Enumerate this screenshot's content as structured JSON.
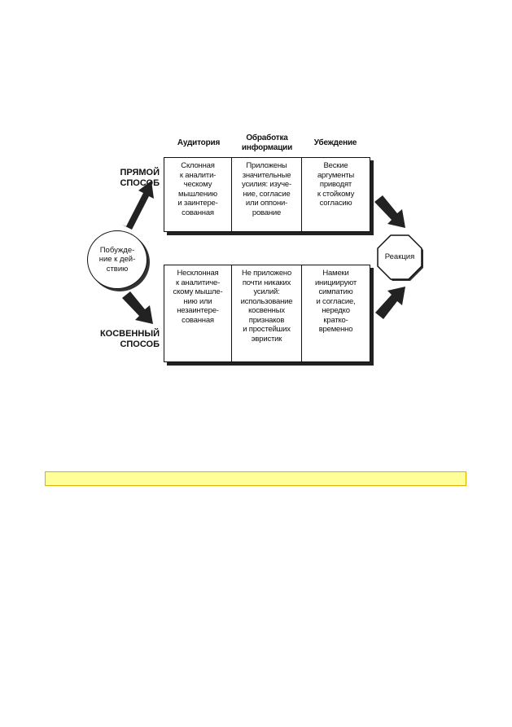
{
  "headers": {
    "col1": "Аудитория",
    "col2": "Обработка\nинформации",
    "col3": "Убеждение"
  },
  "routes": {
    "direct": "ПРЯМОЙ\nСПОСОБ",
    "indirect": "КОСВЕННЫЙ\nСПОСОБ"
  },
  "start_node": "Побужде-\nние к дей-\nствию",
  "end_node": "Реакция",
  "direct_row": {
    "audience": "Склонная\nк аналити-\nческому\nмышлению\nи заинтере-\nсованная",
    "processing": "Приложены\nзначительные\nусилия: изуче-\nние, согласие\nили оппони-\nрование",
    "persuasion": "Веские\nаргументы\nприводят\nк стойкому\nсогласию"
  },
  "indirect_row": {
    "audience": "Несклонная\nк аналитиче-\nскому мышле-\nнию или\nнезаинтере-\nсованная",
    "processing": "Не приложено\nпочти никаких\nусилий:\nиспользование\nкосвенных\nпризнаков\nи простейших\nэвристик",
    "persuasion": "Намеки\nинициируют\nсимпатию\nи согласие,\nнередко\nкратко-\nвременно"
  },
  "colors": {
    "highlight_fill": "#ffff99",
    "highlight_border": "#e0b000",
    "ink": "#111111"
  }
}
